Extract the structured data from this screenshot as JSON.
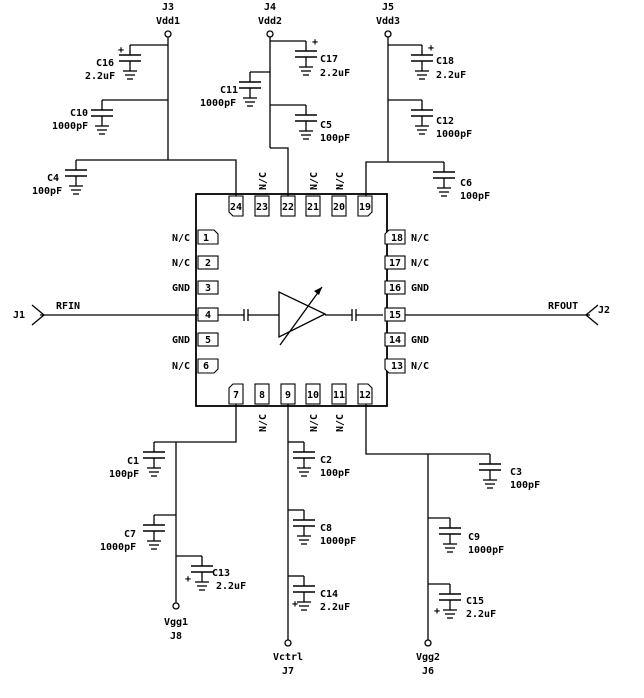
{
  "connectors": {
    "j1": {
      "ref": "J1",
      "net": "RFIN"
    },
    "j2": {
      "ref": "J2",
      "net": "RFOUT"
    },
    "j3": {
      "ref": "J3",
      "net": "Vdd1"
    },
    "j4": {
      "ref": "J4",
      "net": "Vdd2"
    },
    "j5": {
      "ref": "J5",
      "net": "Vdd3"
    },
    "j6": {
      "ref": "J6",
      "net": "Vgg2"
    },
    "j7": {
      "ref": "J7",
      "net": "Vctrl"
    },
    "j8": {
      "ref": "J8",
      "net": "Vgg1"
    }
  },
  "capacitors": {
    "c1": {
      "ref": "C1",
      "value": "100pF"
    },
    "c2": {
      "ref": "C2",
      "value": "100pF"
    },
    "c3": {
      "ref": "C3",
      "value": "100pF"
    },
    "c4": {
      "ref": "C4",
      "value": "100pF"
    },
    "c5": {
      "ref": "C5",
      "value": "100pF"
    },
    "c6": {
      "ref": "C6",
      "value": "100pF"
    },
    "c7": {
      "ref": "C7",
      "value": "1000pF"
    },
    "c8": {
      "ref": "C8",
      "value": "1000pF"
    },
    "c9": {
      "ref": "C9",
      "value": "1000pF"
    },
    "c10": {
      "ref": "C10",
      "value": "1000pF"
    },
    "c11": {
      "ref": "C11",
      "value": "1000pF"
    },
    "c12": {
      "ref": "C12",
      "value": "1000pF"
    },
    "c13": {
      "ref": "C13",
      "value": "2.2uF"
    },
    "c14": {
      "ref": "C14",
      "value": "2.2uF"
    },
    "c15": {
      "ref": "C15",
      "value": "2.2uF"
    },
    "c16": {
      "ref": "C16",
      "value": "2.2uF"
    },
    "c17": {
      "ref": "C17",
      "value": "2.2uF"
    },
    "c18": {
      "ref": "C18",
      "value": "2.2uF"
    }
  },
  "pins": {
    "p1": "1",
    "p2": "2",
    "p3": "3",
    "p4": "4",
    "p5": "5",
    "p6": "6",
    "p7": "7",
    "p8": "8",
    "p9": "9",
    "p10": "10",
    "p11": "11",
    "p12": "12",
    "p13": "13",
    "p14": "14",
    "p15": "15",
    "p16": "16",
    "p17": "17",
    "p18": "18",
    "p19": "19",
    "p20": "20",
    "p21": "21",
    "p22": "22",
    "p23": "23",
    "p24": "24"
  },
  "pin_labels": {
    "left": [
      "N/C",
      "N/C",
      "GND",
      "GND",
      "N/C"
    ],
    "right": [
      "N/C",
      "N/C",
      "GND",
      "GND",
      "N/C"
    ],
    "top": [
      "N/C",
      "N/C",
      "N/C"
    ],
    "bottom": [
      "N/C",
      "N/C",
      "N/C"
    ]
  }
}
